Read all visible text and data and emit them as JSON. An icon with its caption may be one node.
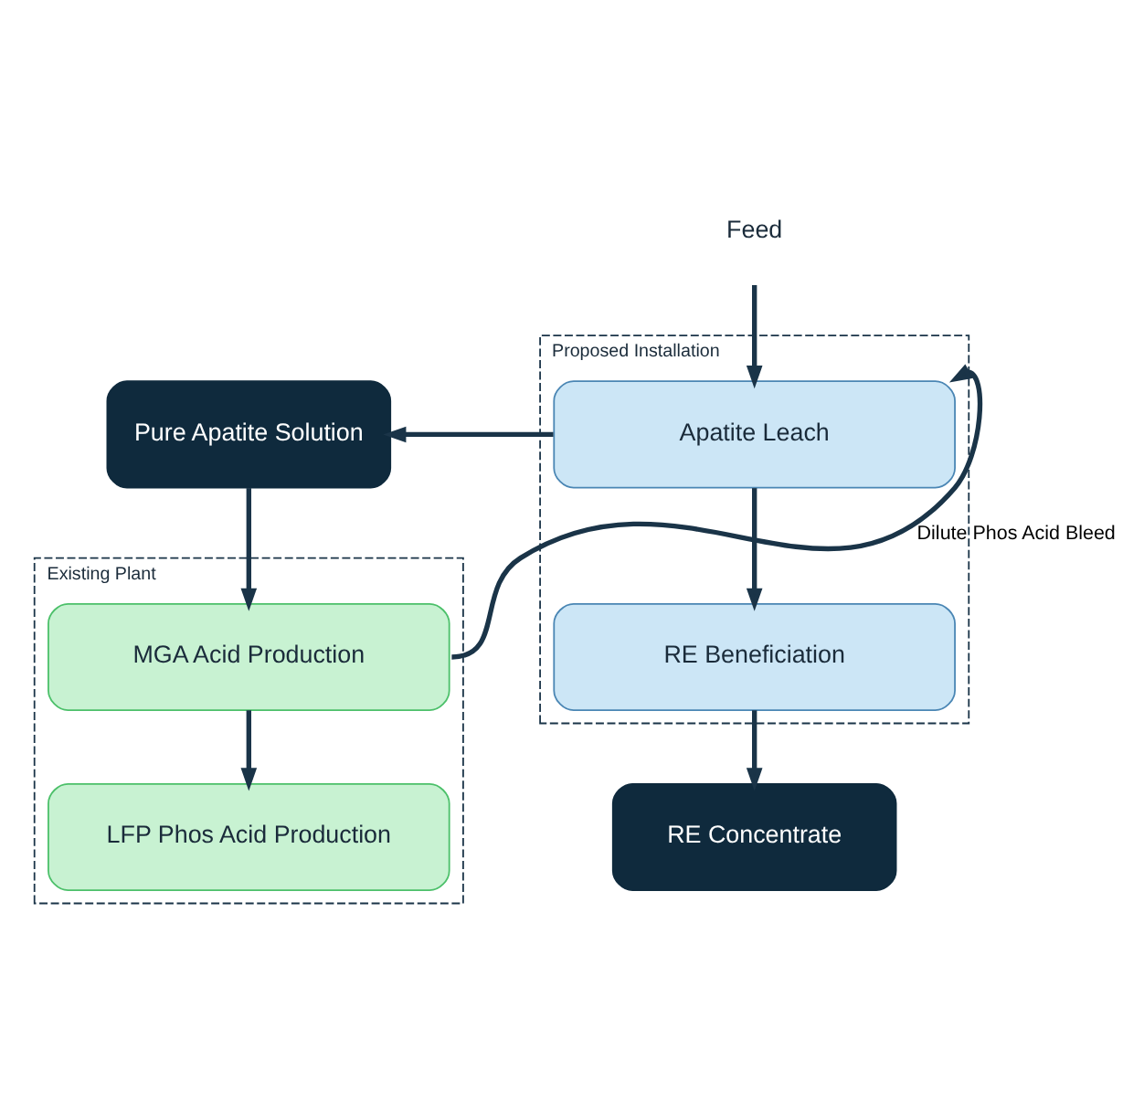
{
  "diagram": {
    "nodes": [
      {
        "text": [
          "Proposed Installation"
        ]
      },
      {
        "text": [
          "Apatite Leach"
        ],
        "in": 0
      },
      {
        "text": [
          "RE Beneficiation"
        ],
        "in": 0
      },
      {
        "text": [
          "Feed"
        ]
      },
      {
        "text": [
          "Pure Apatite Solution"
        ]
      },
      {
        "text": [
          "Existing Plant"
        ]
      },
      {
        "text": [
          "MGA Acid Production"
        ],
        "in": 5
      },
      {
        "text": [
          "LFP Phos Acid Production"
        ],
        "in": 5
      },
      {
        "text": [
          "RE Concentrate"
        ]
      }
    ],
    "edges": [
      {
        "from": 3,
        "to": 1,
        "arrow": "to"
      },
      {
        "from": 6,
        "to": 1,
        "arrow": "to",
        "label": "Dilute Phos Acid Bleed"
      },
      {
        "from": 1,
        "to": 4,
        "arrow": "to"
      },
      {
        "from": 1,
        "to": 2,
        "arrow": "to"
      },
      {
        "from": 2,
        "to": 8,
        "arrow": "to"
      },
      {
        "from": 4,
        "to": 6,
        "arrow": "to"
      },
      {
        "from": 6,
        "to": 7,
        "arrow": "to"
      }
    ]
  }
}
